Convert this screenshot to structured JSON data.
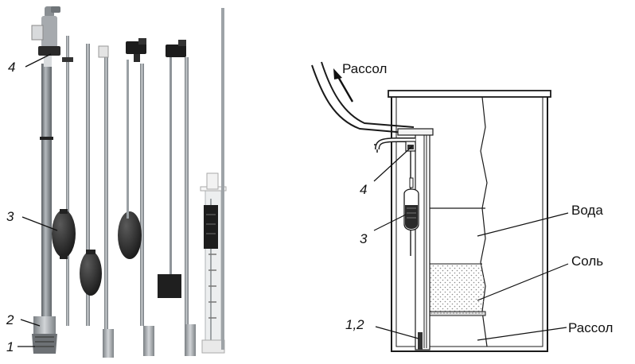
{
  "photo": {
    "callouts": {
      "c4": "4",
      "c3": "3",
      "c2": "2",
      "c1": "1"
    }
  },
  "schematic": {
    "flow_label": "Рассол",
    "callouts": {
      "c4": "4",
      "c3": "3",
      "c12": "1,2"
    },
    "zones": {
      "water": "Вода",
      "salt": "Соль",
      "brine": "Рассол"
    }
  },
  "colors": {
    "line": "#1a1a1a",
    "pipe_grey": "#8d9296",
    "float_black": "#262626",
    "dot": "#9a9a9a"
  }
}
